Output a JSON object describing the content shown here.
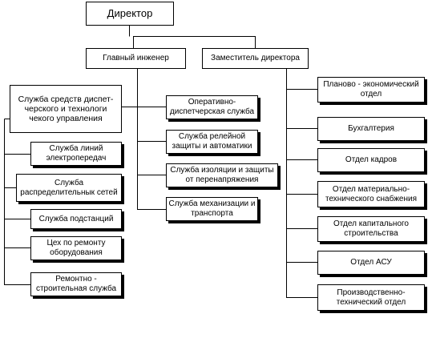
{
  "director": "Директор",
  "chief_engineer": "Главный инженер",
  "deputy_director": "Заместитель директора",
  "left_services": {
    "dispatch": "Служба средств диспет-\nчерского и технологи\nчекого управления",
    "lines": "Служба линий\nэлектропередач",
    "distribution": "Служба\nраспределительнык сетей",
    "substations": "Служба подстанций",
    "repair_shop": "Цех по ремонту\nоборудования",
    "construction": "Ремонтно -\nстроительная служба"
  },
  "engineer_services": {
    "operative": "Оперативно-\nдиспетчерская служба",
    "relay": "Служба релейной\nзащиты и автоматики",
    "insulation": "Служба изоляции и защиты\nот перенапряжения",
    "mechanization": "Служба механизации и\nтранспорта"
  },
  "deputy_departments": {
    "planning": "Планово - экономический\nотдел",
    "accounting": "Бухгалтерия",
    "hr": "Отдел кадров",
    "supply": "Отдел материально-\nтехнического снабжения",
    "capital": "Отдел капитального\nстроительства",
    "asu": "Отдел АСУ",
    "production": "Производственно-\nтехнический отдел"
  }
}
